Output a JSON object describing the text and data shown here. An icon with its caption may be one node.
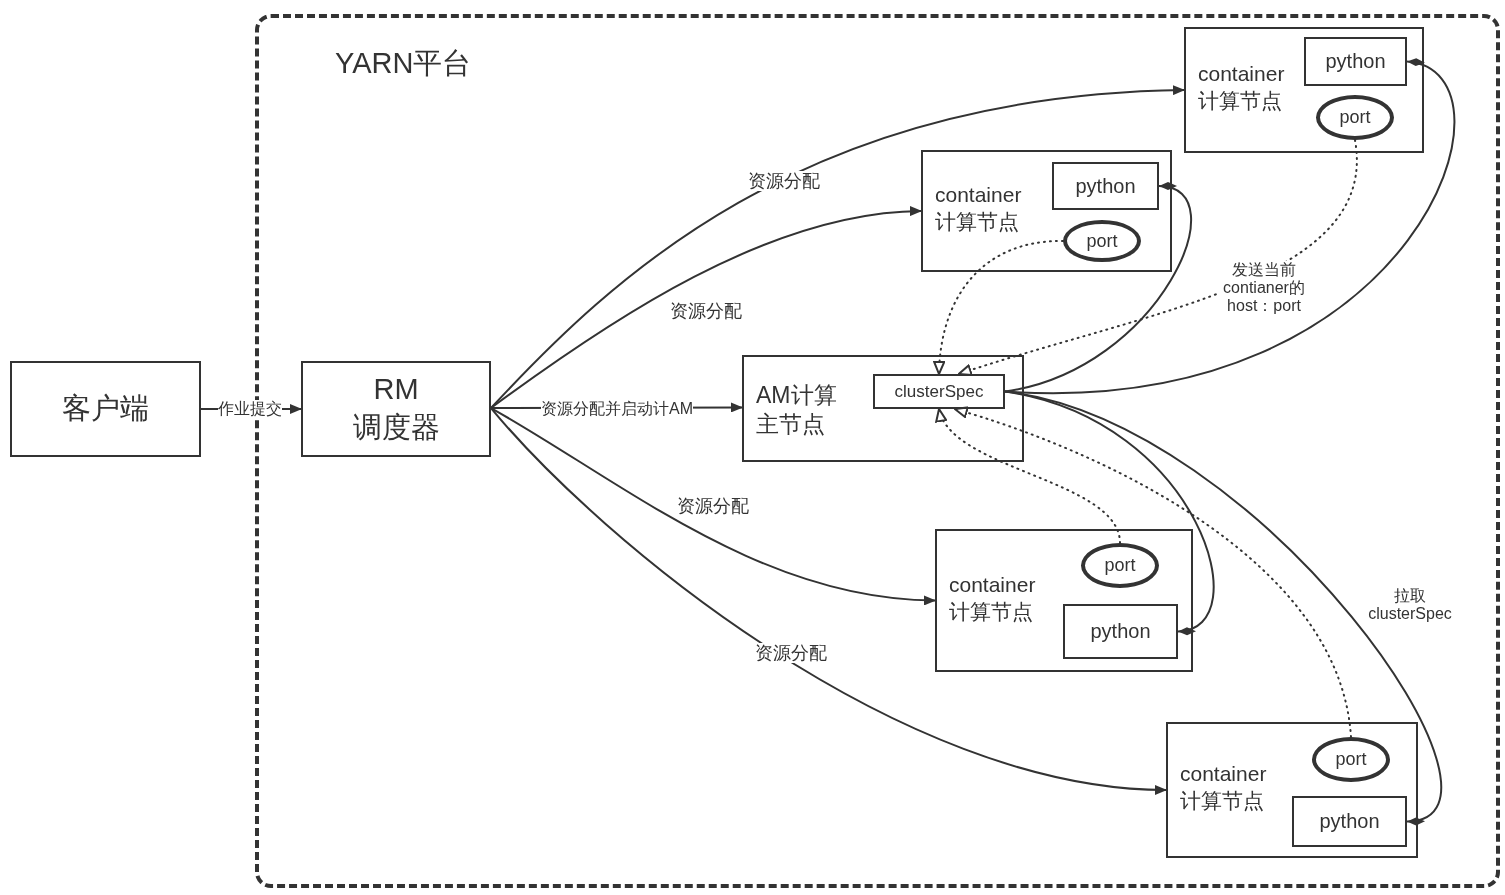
{
  "diagram": {
    "nodes": [
      {
        "text": [
          "YARN平台"
        ]
      },
      {
        "text": [
          "客户端"
        ]
      },
      {
        "text": [
          "RM",
          "调度器"
        ],
        "in": 0
      },
      {
        "text": [
          "AM计算主节点"
        ],
        "in": 0
      },
      {
        "text": [
          "clusterSpec"
        ],
        "in": 3
      },
      {
        "text": [
          "container 计算节点"
        ],
        "in": 0
      },
      {
        "text": [
          "python"
        ],
        "in": 5
      },
      {
        "text": [
          "port"
        ],
        "in": 5
      },
      {
        "text": [
          "container 计算节点"
        ],
        "in": 0
      },
      {
        "text": [
          "python"
        ],
        "in": 8
      },
      {
        "text": [
          "port"
        ],
        "in": 8
      },
      {
        "text": [
          "container 计算节点"
        ],
        "in": 0
      },
      {
        "text": [
          "port"
        ],
        "in": 11
      },
      {
        "text": [
          "python"
        ],
        "in": 11
      },
      {
        "text": [
          "container 计算节点"
        ],
        "in": 0
      },
      {
        "text": [
          "port"
        ],
        "in": 14
      },
      {
        "text": [
          "python"
        ],
        "in": 14
      }
    ],
    "edges": [
      {
        "from": 1,
        "to": 2,
        "arrow": "to",
        "label": "作业提交"
      },
      {
        "from": 2,
        "to": 3,
        "arrow": "to",
        "label": "资源分配并启动计AM"
      },
      {
        "from": 2,
        "to": 5,
        "arrow": "to",
        "label": "资源分配"
      },
      {
        "from": 2,
        "to": 8,
        "arrow": "to",
        "label": "资源分配"
      },
      {
        "from": 2,
        "to": 11,
        "arrow": "to",
        "label": "资源分配"
      },
      {
        "from": 2,
        "to": 14,
        "arrow": "to",
        "label": "资源分配"
      },
      {
        "from": 4,
        "to": 6,
        "arrow": "other"
      },
      {
        "from": 4,
        "to": 9,
        "arrow": "other"
      },
      {
        "from": 4,
        "to": 13,
        "arrow": "other"
      },
      {
        "from": 4,
        "to": 16,
        "arrow": "other",
        "label": "拉取 clusterSpec"
      },
      {
        "from": 10,
        "to": 4,
        "arrow": "to",
        "style": "dashed"
      },
      {
        "from": 7,
        "to": 4,
        "arrow": "to",
        "style": "dashed",
        "label": "发送当前contianer的 host：port"
      },
      {
        "from": 12,
        "to": 4,
        "arrow": "to",
        "style": "dashed"
      },
      {
        "from": 15,
        "to": 4,
        "arrow": "to",
        "style": "dashed"
      }
    ]
  }
}
